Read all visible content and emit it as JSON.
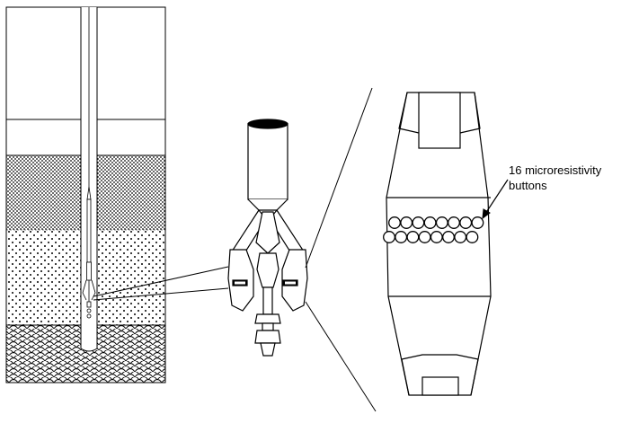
{
  "diagram": {
    "annotation_line1": "16 microresistivity",
    "annotation_line2": "buttons",
    "button_count": 16,
    "button_rows": 2,
    "buttons_per_row": 8
  },
  "colors": {
    "ink": "#000000",
    "paper": "#ffffff"
  },
  "icons": {
    "borehole": "borehole-cross-section-icon",
    "tool": "dipmeter-tool-icon",
    "pad": "sensor-pad-icon"
  }
}
